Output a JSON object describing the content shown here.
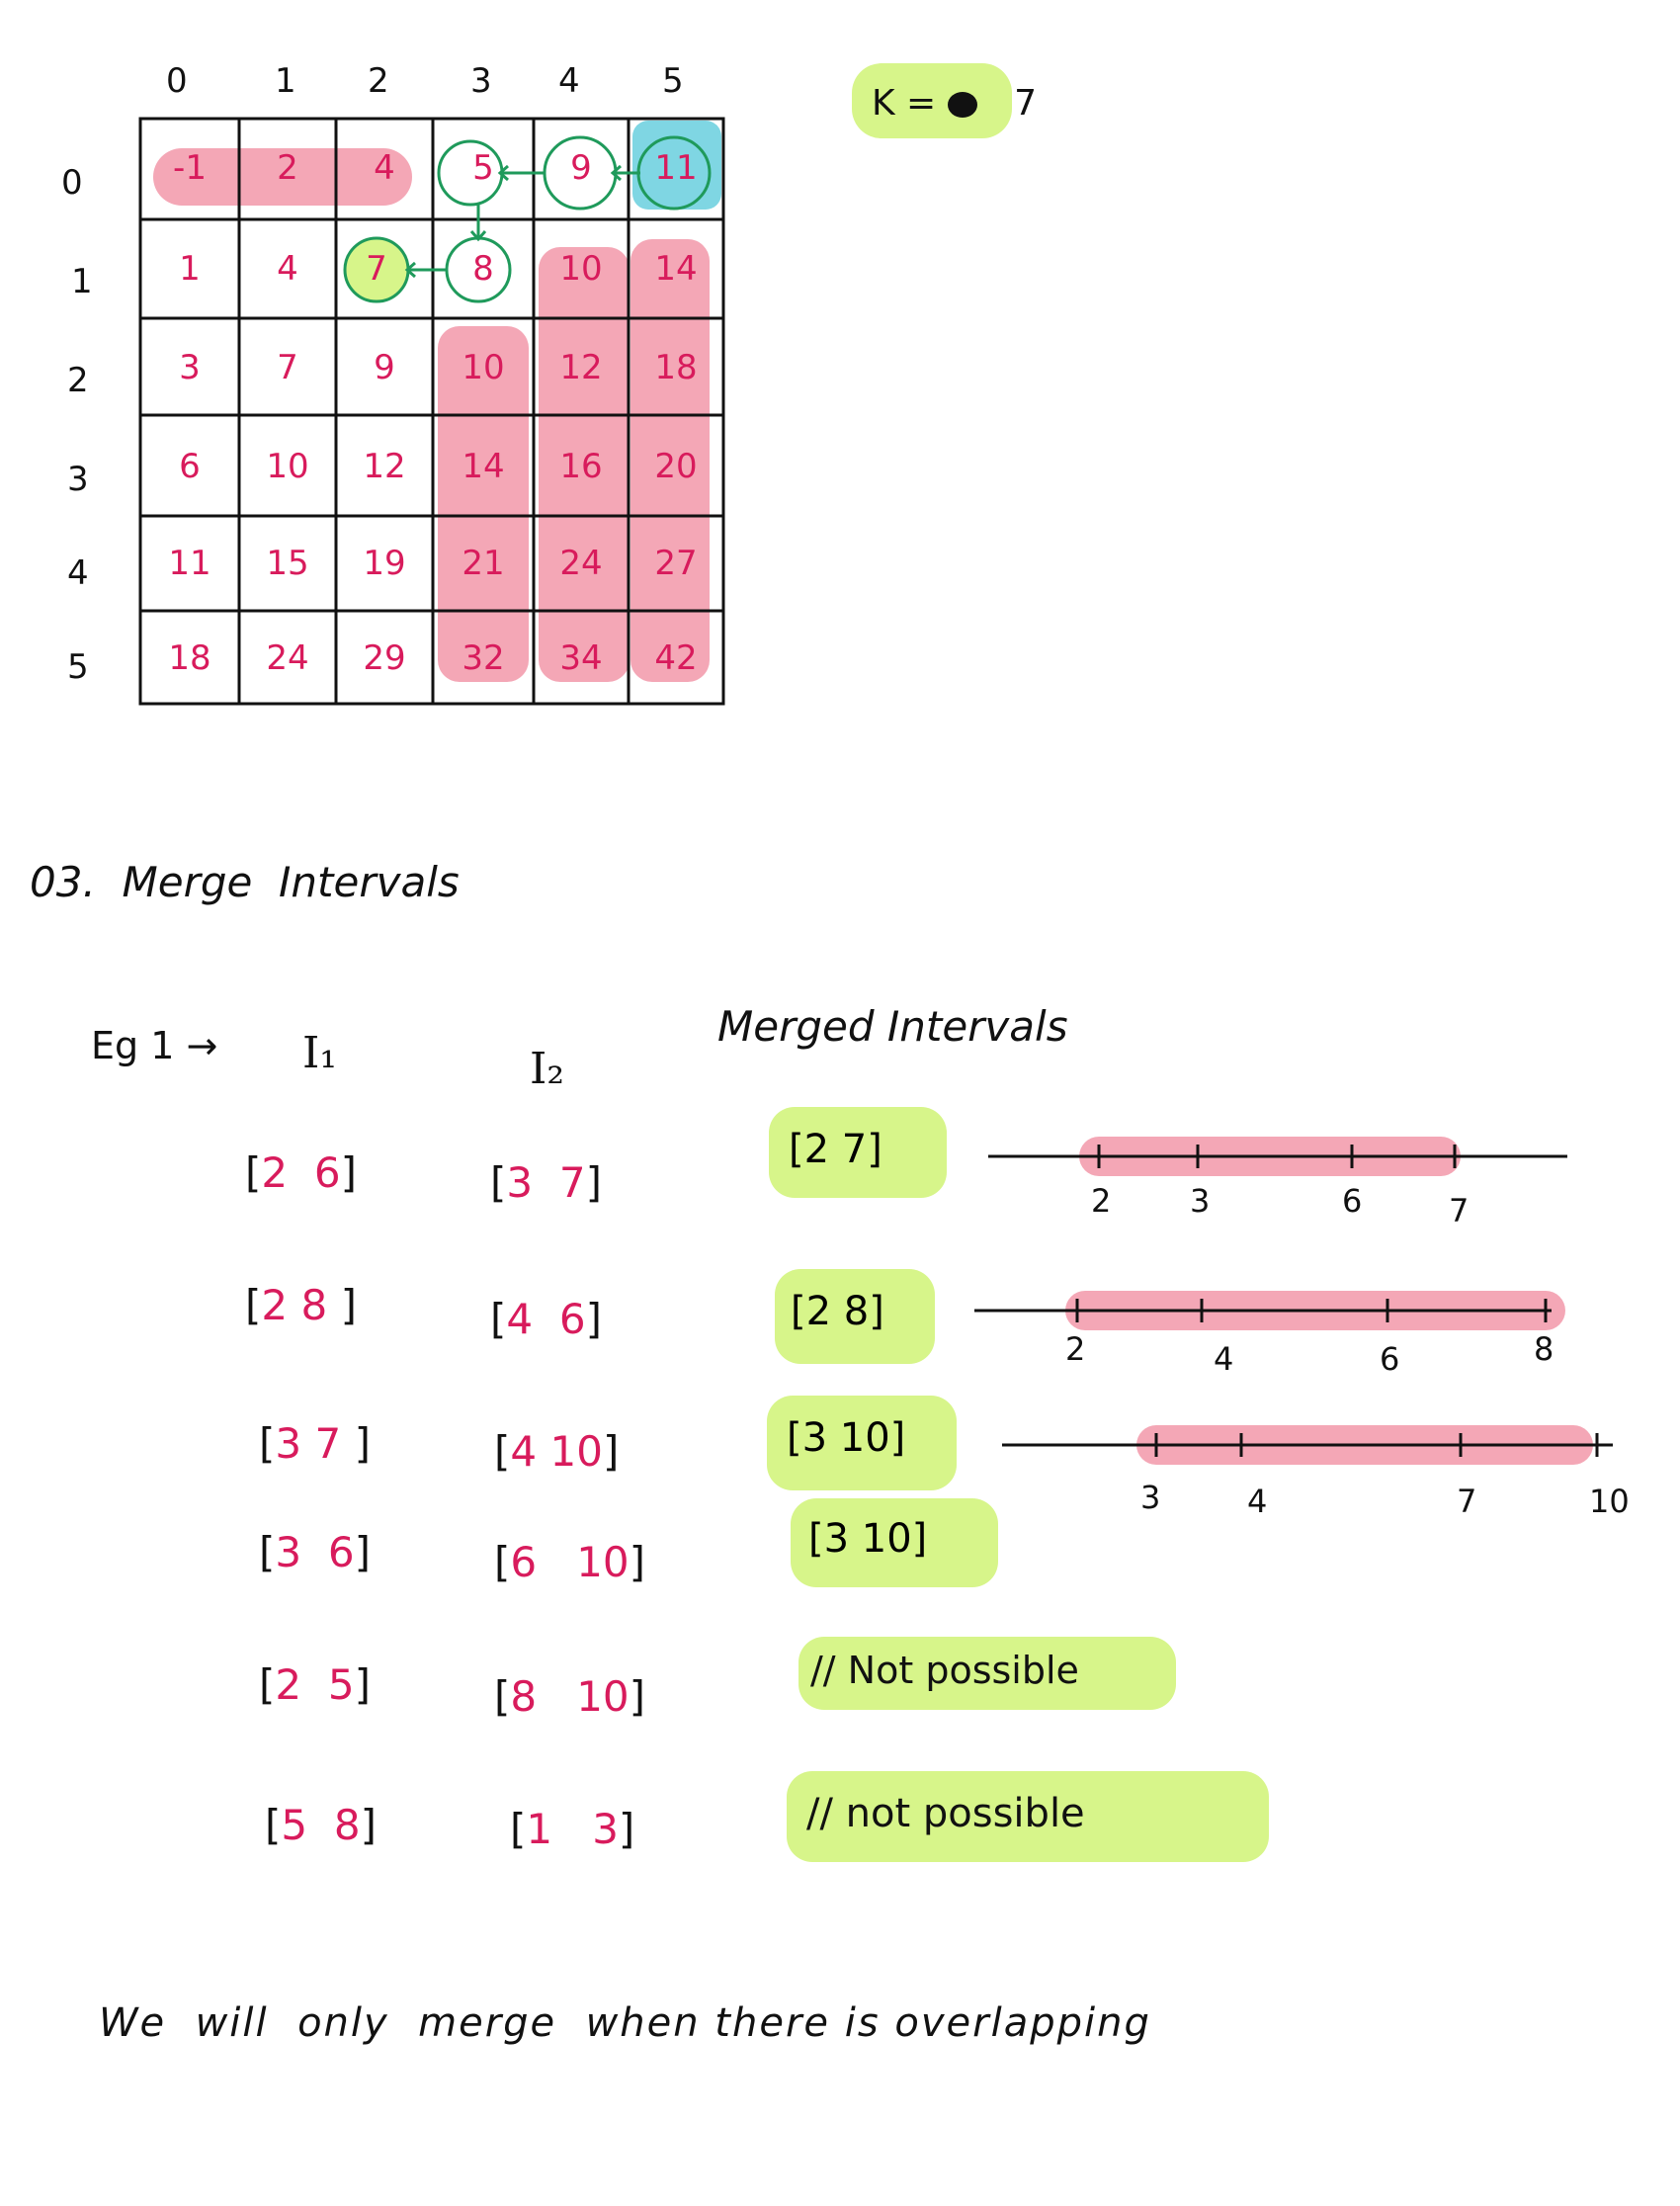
{
  "matrix": {
    "col_indices": [
      "0",
      "1",
      "2",
      "3",
      "4",
      "5"
    ],
    "row_indices": [
      "0",
      "1",
      "2",
      "3",
      "4",
      "5"
    ],
    "rows": [
      [
        "-1",
        "2",
        "4",
        "5",
        "9",
        "11"
      ],
      [
        "1",
        "4",
        "7",
        "8",
        "10",
        "14"
      ],
      [
        "3",
        "7",
        "9",
        "10",
        "12",
        "18"
      ],
      [
        "6",
        "10",
        "12",
        "14",
        "16",
        "20"
      ],
      [
        "11",
        "15",
        "19",
        "21",
        "24",
        "27"
      ],
      [
        "18",
        "24",
        "29",
        "32",
        "34",
        "42"
      ]
    ],
    "highlight_colors": {
      "pink": "#f4a7b6",
      "green": "#d7f58a",
      "blue": "#7fd6e3",
      "circle": "#1f9a5b"
    }
  },
  "k_label": "K =",
  "k_value": "7",
  "section_title": "03.  Merge  Intervals",
  "example": {
    "label": "Eg 1 →",
    "col1_header": "I₁",
    "col2_header": "I₂",
    "merged_header": "Merged Intervals",
    "rows": [
      {
        "i1": [
          "2",
          "6"
        ],
        "i2": [
          "3",
          "7"
        ],
        "merged": "[2 7]"
      },
      {
        "i1": [
          "2",
          "8"
        ],
        "i2": [
          "4",
          "6"
        ],
        "merged": "[2 8]"
      },
      {
        "i1": [
          "3",
          "7"
        ],
        "i2": [
          "4",
          "10"
        ],
        "merged": "[3 10]"
      },
      {
        "i1": [
          "3",
          "6"
        ],
        "i2": [
          "6",
          "10"
        ],
        "merged": "[3 10]"
      },
      {
        "i1": [
          "2",
          "5"
        ],
        "i2": [
          "8",
          "10"
        ],
        "merged": "// Not possible"
      },
      {
        "i1": [
          "5",
          "8"
        ],
        "i2": [
          "1",
          "3"
        ],
        "merged": "// not possible"
      }
    ]
  },
  "number_lines": [
    {
      "ticks": [
        "2",
        "3",
        "6",
        "7"
      ],
      "range": [
        2,
        7
      ]
    },
    {
      "ticks": [
        "2",
        "4",
        "6",
        "8"
      ],
      "range": [
        2,
        8
      ]
    },
    {
      "ticks": [
        "3",
        "4",
        "7",
        "10"
      ],
      "range": [
        3,
        10
      ]
    }
  ],
  "footer": "We  will  only  merge  when there is overlapping"
}
